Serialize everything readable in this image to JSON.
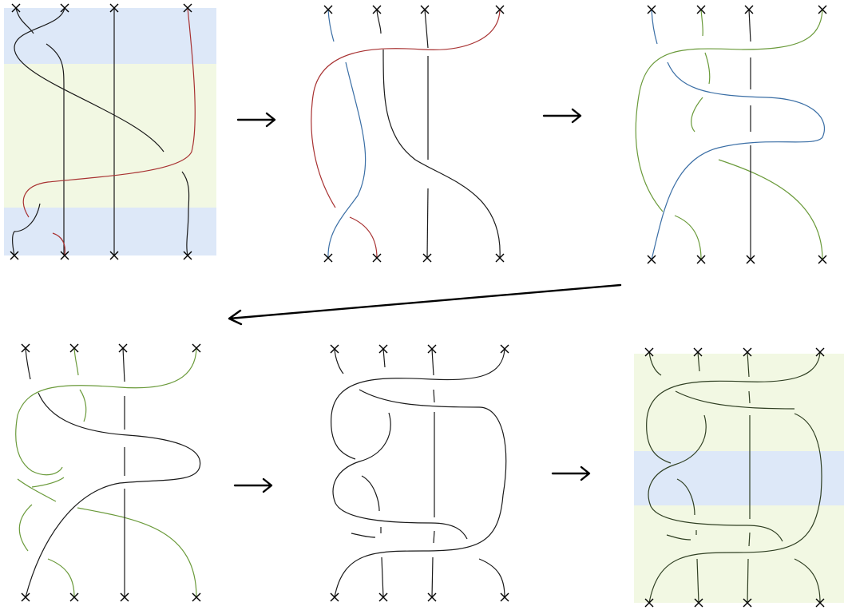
{
  "colors": {
    "black": "#1a1a1a",
    "red": "#a83232",
    "blue": "#3a6ea5",
    "green": "#6a9a3a",
    "dark_green": "#2f3f22",
    "band_blue": "#dde8f8",
    "band_yellow": "#f2f8e3"
  },
  "panels": [
    {
      "name": "panel-1",
      "step": 1,
      "bands": [
        "blue",
        "yellow",
        "blue"
      ]
    },
    {
      "name": "panel-2",
      "step": 2,
      "bands": []
    },
    {
      "name": "panel-3",
      "step": 3,
      "bands": []
    },
    {
      "name": "panel-4",
      "step": 4,
      "bands": []
    },
    {
      "name": "panel-5",
      "step": 5,
      "bands": []
    },
    {
      "name": "panel-6",
      "step": 6,
      "bands": [
        "yellow",
        "blue",
        "yellow"
      ]
    }
  ],
  "arrows": [
    {
      "from": 1,
      "to": 2,
      "glyph": "right-arrow"
    },
    {
      "from": 2,
      "to": 3,
      "glyph": "right-arrow"
    },
    {
      "from": 3,
      "to": 4,
      "glyph": "diagonal-return-arrow"
    },
    {
      "from": 4,
      "to": 5,
      "glyph": "right-arrow"
    },
    {
      "from": 5,
      "to": 6,
      "glyph": "right-arrow"
    }
  ],
  "endpoint_marker": "cross-mark"
}
